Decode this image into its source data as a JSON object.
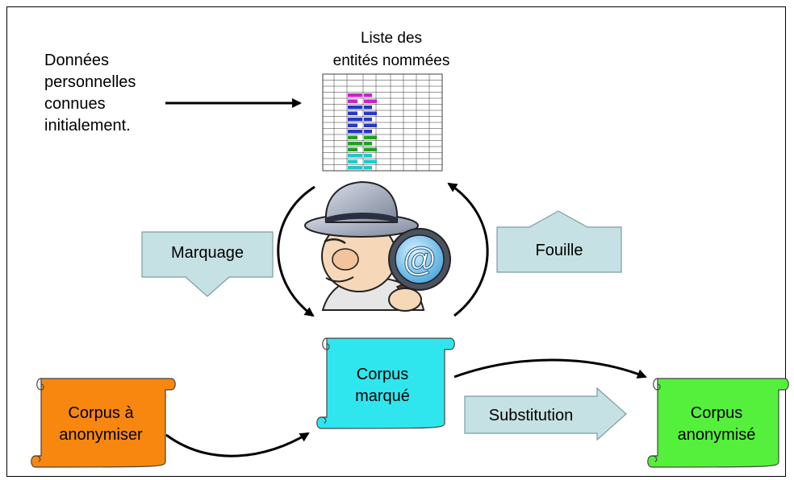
{
  "known_data": {
    "lines": [
      "Données",
      "personnelles",
      "connues",
      "initialement."
    ]
  },
  "entity_list": {
    "title_lines": [
      "Liste des",
      "entités nommées"
    ]
  },
  "actions": {
    "marquage": "Marquage",
    "fouille": "Fouille",
    "substitution": "Substitution"
  },
  "scrolls": {
    "corpus_a_anonymiser": {
      "lines": [
        "Corpus à",
        "anonymiser"
      ],
      "color": "#f7870e"
    },
    "corpus_marque": {
      "lines": [
        "Corpus",
        "marqué"
      ],
      "color": "#2fe6ee"
    },
    "corpus_anonymise": {
      "lines": [
        "Corpus",
        "anonymisé"
      ],
      "color": "#55f03c"
    }
  },
  "icons": {
    "detective": "detective-magnifier-icon",
    "at_sign": "@"
  },
  "colors": {
    "block_arrow": "#c5e1e3",
    "block_arrow_stroke": "#7a9ea1"
  }
}
